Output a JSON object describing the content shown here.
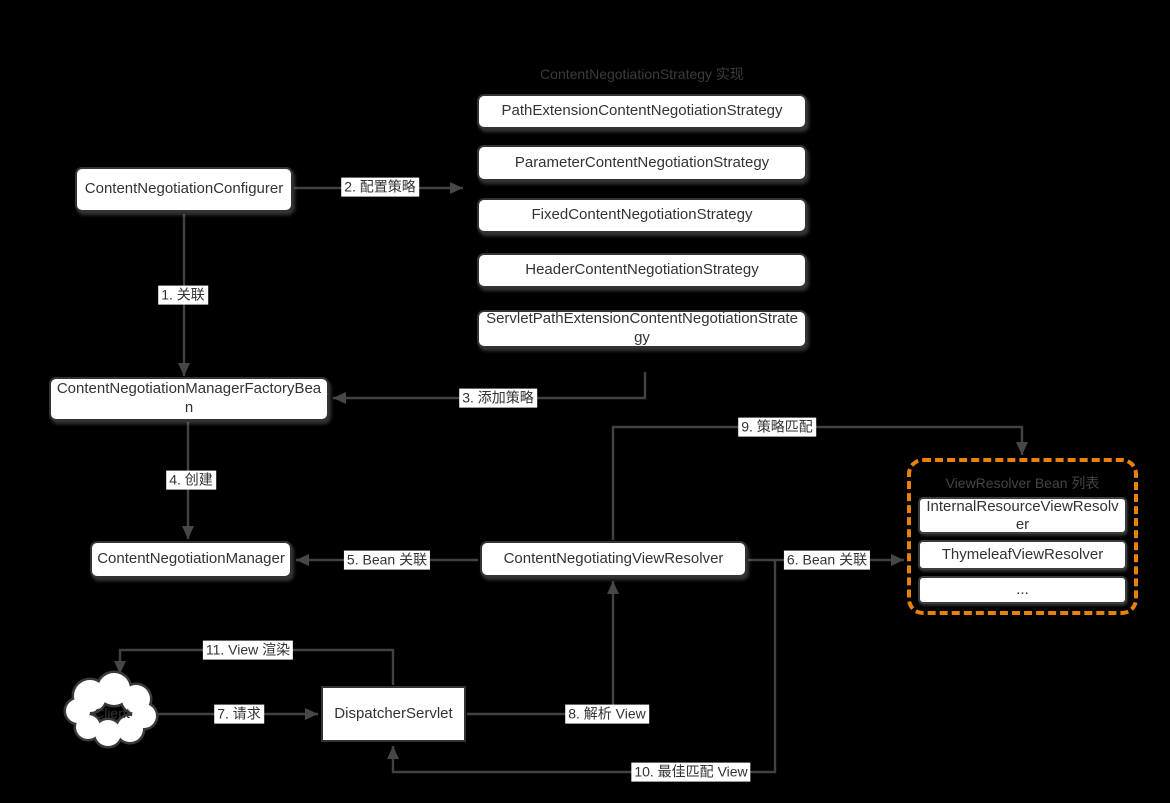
{
  "diagram": {
    "type": "flowchart",
    "background_color": "#000000",
    "titles": {
      "strategy_group": "ContentNegotiationStrategy 实现",
      "view_resolver_group": "ViewResolver Bean 列表"
    },
    "nodes": {
      "configurer": "ContentNegotiationConfigurer",
      "strategies": [
        "PathExtensionContentNegotiationStrategy",
        "ParameterContentNegotiationStrategy",
        "FixedContentNegotiationStrategy",
        "HeaderContentNegotiationStrategy",
        "ServletPathExtensionContentNegotiationStrategy"
      ],
      "manager_factory_bean": "ContentNegotiationManagerFactoryBean",
      "manager": "ContentNegotiationManager",
      "negotiating_view_resolver": "ContentNegotiatingViewResolver",
      "dispatcher_servlet": "DispatcherServlet",
      "client": "Client",
      "view_resolvers": [
        "InternalResourceViewResolver",
        "ThymeleafViewResolver",
        "..."
      ]
    },
    "edge_labels": {
      "e1": "1. 关联",
      "e2": "2. 配置策略",
      "e3": "3. 添加策略",
      "e4": "4. 创建",
      "e5": "5. Bean 关联",
      "e6": "6. Bean 关联",
      "e7": "7. 请求",
      "e8": "8. 解析 View",
      "e9": "9. 策略匹配",
      "e10": "10. 最佳匹配 View",
      "e11": "11. View 渲染"
    },
    "colors": {
      "node_fill": "#ffffff",
      "node_border": "#333333",
      "edge_line": "#424242",
      "arrowhead": "#474747",
      "text": "#333333",
      "muted_title": "#3c3c3c",
      "group_dashed_border": "#E8820C"
    }
  }
}
